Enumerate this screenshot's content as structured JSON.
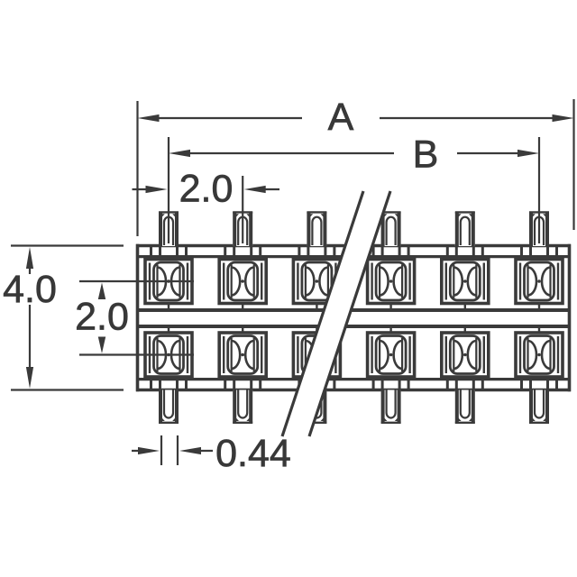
{
  "drawing": {
    "type": "technical-dimension-drawing",
    "subject": "dual-row pin header connector, side view",
    "background_color": "#ffffff",
    "line_color": "#3a3a3a",
    "text_color": "#383838",
    "rows": 2,
    "pins_per_row_visible": 6,
    "dimensions": {
      "overall_length_label": "A",
      "pin_span_label": "B",
      "pin_pitch_label": "2.0",
      "body_height_label": "4.0",
      "row_spacing_label": "2.0",
      "terminal_width_label": "0.44"
    }
  }
}
